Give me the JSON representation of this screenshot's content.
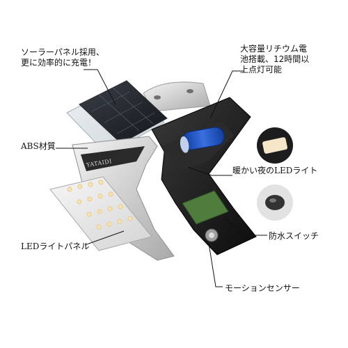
{
  "labels": {
    "solar": [
      "ソーラーパネル採用、",
      "更に効率的に充電！"
    ],
    "battery": [
      "大容量リチウム電",
      "池搭載、12時間以",
      "上点灯可能"
    ],
    "abs": "ABS材質",
    "warm_light": "暖かい夜のLEDライト",
    "led_panel": "LEDライトパネル",
    "switch": "防水スイッチ",
    "sensor": "モーションセンサー"
  },
  "brand": "YATAIDI",
  "colors": {
    "housing_black": "#1b1b1b",
    "housing_silver": "#dcdcdc",
    "solar_blue": "#252a33",
    "battery_blue": "#1e4fbf",
    "led_yellow": "#f3d9a3",
    "pcb_green": "#4f7d3e",
    "leader_line": "#111111"
  },
  "led_count": 16,
  "icons": [
    "solar-panel-icon",
    "battery-icon",
    "led-bulb-icon",
    "switch-icon",
    "motion-sensor-icon"
  ]
}
